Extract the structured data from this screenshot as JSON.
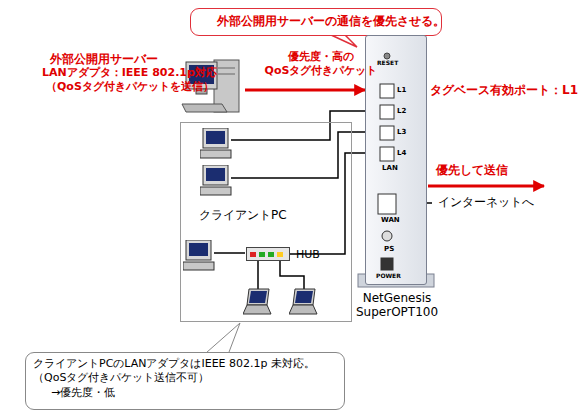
{
  "diagram": {
    "nodes": [
      {
        "text": [
          "外部公開用サーバーの通信を優先させる。"
        ]
      },
      {
        "text": [
          "外部公開用サーバー",
          "LANアダプタ：IEEE 802.1p対応",
          "（QoSタグ付きパケットを送信）"
        ]
      },
      {
        "text": [
          "NetGenesis SuperOPT100"
        ]
      },
      {
        "text": [
          "クライアントPC"
        ]
      },
      {
        "text": [
          "HUB"
        ],
        "in": 3
      },
      {
        "text": [
          "クライアントPCのLANアダプタはIEEE 802.1p 未対応。",
          "（QoSタグ付きパケット送信不可）",
          "→優先度・低"
        ]
      }
    ],
    "edges": [
      {
        "from": 1,
        "to": 2,
        "arrow": "to",
        "label": "優先度・高の QoSタグ付きパケット"
      },
      {
        "from": 4,
        "to": 2,
        "arrow": "none"
      }
    ],
    "labels": [
      "タグベース有効ポート：L1",
      "優先して送信",
      "インターネットへ",
      "RESET",
      "L1",
      "L2",
      "L3",
      "L4",
      "LAN",
      "WAN",
      "PS",
      "POWER"
    ]
  }
}
